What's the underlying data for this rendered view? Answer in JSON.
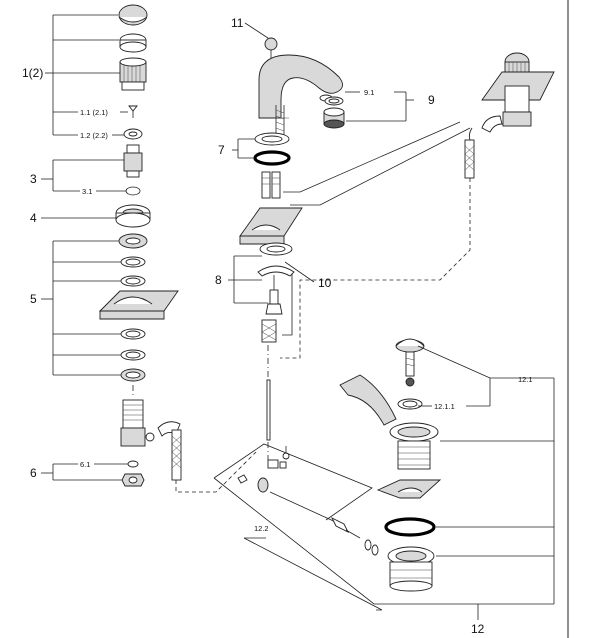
{
  "labels": {
    "l1": "1(2)",
    "l1_1": "1.1 (2.1)",
    "l1_2": "1.2 (2.2)",
    "l3": "3",
    "l3_1": "3.1",
    "l4": "4",
    "l5": "5",
    "l6": "6",
    "l6_1": "6.1",
    "l7": "7",
    "l8": "8",
    "l9": "9",
    "l9_1": "9.1",
    "l10": "10",
    "l11": "11",
    "l12": "12",
    "l12_1": "12.1",
    "l12_1_1": "12.1.1",
    "l12_2": "12.2"
  }
}
